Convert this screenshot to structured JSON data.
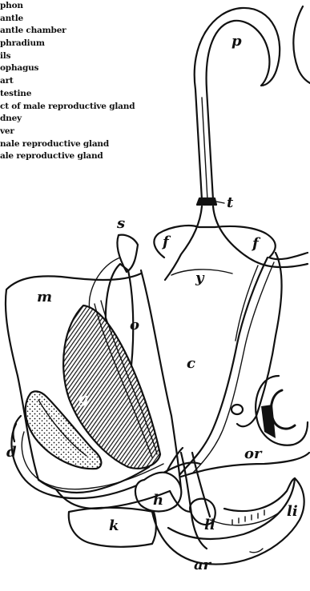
{
  "legend": [
    "phon",
    "antle",
    "antle chamber",
    "phradium",
    "ils",
    "ophagus",
    "art",
    "testine",
    "ct of male reproductive gland",
    "dney",
    "ver",
    "nale reproductive gland",
    "ale reproductive gland"
  ],
  "labels": {
    "p": "p",
    "t": "t",
    "s": "s",
    "f_left": "f",
    "y": "y",
    "f_right": "f",
    "m": "m",
    "o": "o",
    "c": "c",
    "g": "g",
    "d": "d",
    "or": "or",
    "h": "h",
    "ll": "ll",
    "li": "li",
    "k": "k",
    "ar": "ar"
  }
}
